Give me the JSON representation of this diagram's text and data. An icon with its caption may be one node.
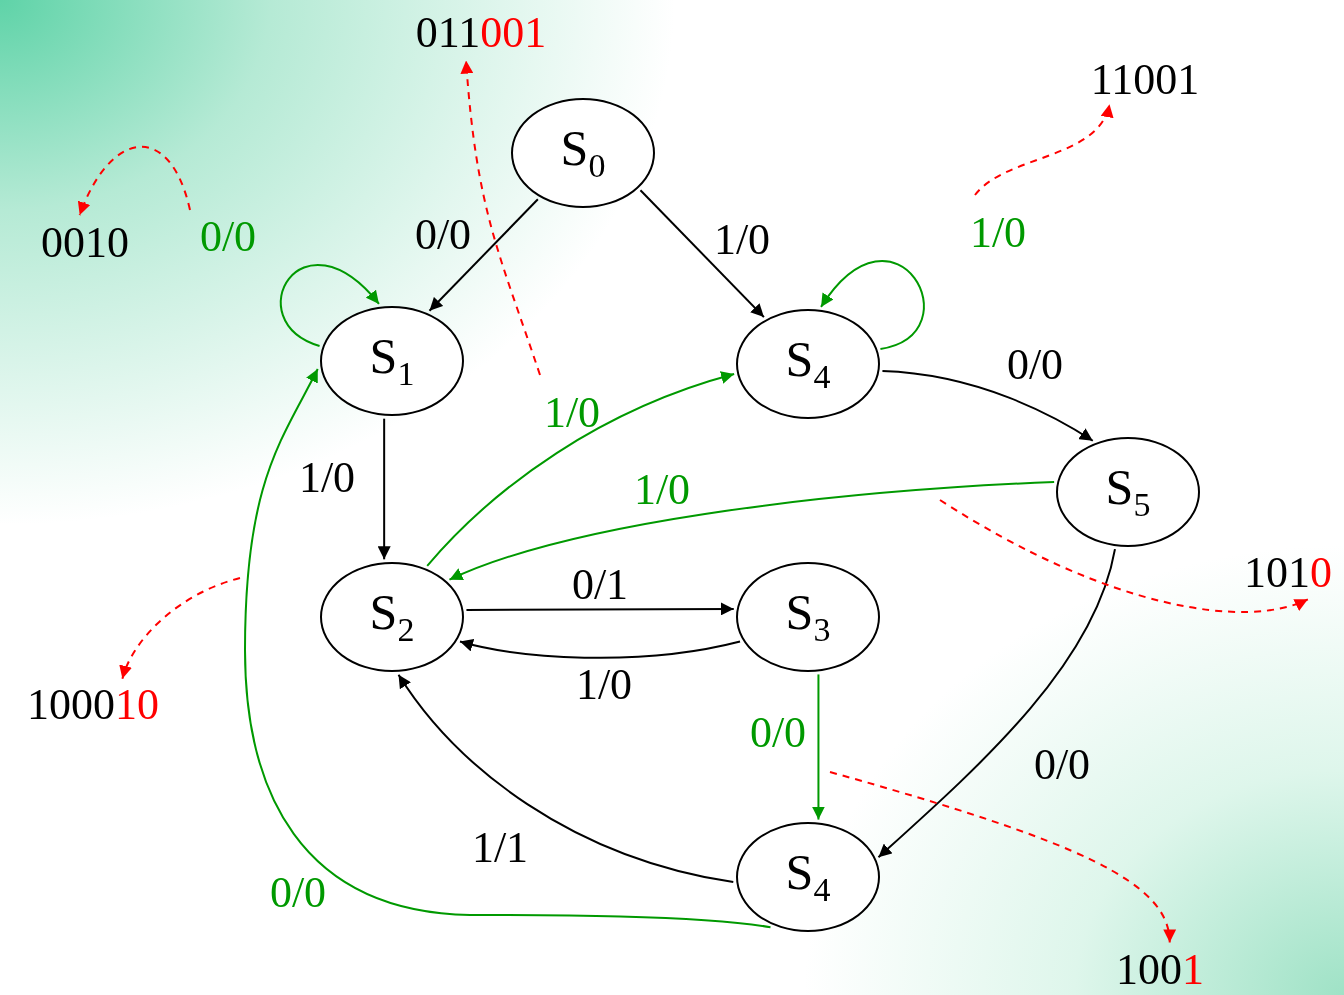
{
  "diagram": {
    "nodes": [
      {
        "text": [
          "S$_{0}$"
        ]
      },
      {
        "text": [
          "S$_{1}$"
        ]
      },
      {
        "text": [
          "S$_{4}$"
        ]
      },
      {
        "text": [
          "S$_{5}$"
        ]
      },
      {
        "text": [
          "S$_{2}$"
        ]
      },
      {
        "text": [
          "S$_{3}$"
        ]
      },
      {
        "text": [
          "S$_{4}$"
        ]
      },
      {
        "text": [
          "0010"
        ]
      },
      {
        "text": [
          "011",
          "001"
        ]
      },
      {
        "text": [
          "11001"
        ]
      },
      {
        "text": [
          "101",
          "0"
        ]
      },
      {
        "text": [
          "1000",
          "10"
        ]
      },
      {
        "text": [
          "100",
          "1"
        ]
      }
    ],
    "edges": [
      {
        "from": 0,
        "to": 1,
        "arrow": "to",
        "label": "0/0"
      },
      {
        "from": 0,
        "to": 2,
        "arrow": "to",
        "label": "1/0"
      },
      {
        "from": 1,
        "to": 1,
        "arrow": "to",
        "label": "0/0",
        "color": "#009900"
      },
      {
        "from": 2,
        "to": 2,
        "arrow": "to",
        "label": "1/0",
        "color": "#009900"
      },
      {
        "from": 2,
        "to": 3,
        "arrow": "to",
        "label": "0/0"
      },
      {
        "from": 1,
        "to": 4,
        "arrow": "to",
        "label": "1/0"
      },
      {
        "from": 4,
        "to": 2,
        "arrow": "to",
        "label": "1/0",
        "color": "#009900"
      },
      {
        "from": 3,
        "to": 4,
        "arrow": "to",
        "label": "1/0",
        "color": "#009900"
      },
      {
        "from": 4,
        "to": 5,
        "arrow": "to",
        "label": "0/1"
      },
      {
        "from": 5,
        "to": 4,
        "arrow": "to",
        "label": "1/0"
      },
      {
        "from": 5,
        "to": 6,
        "arrow": "to",
        "label": "0/0",
        "color": "#009900"
      },
      {
        "from": 3,
        "to": 6,
        "arrow": "to",
        "label": "0/0"
      },
      {
        "from": 6,
        "to": 4,
        "arrow": "to",
        "label": "1/1"
      },
      {
        "from": 6,
        "to": 1,
        "arrow": "to",
        "label": "0/0",
        "color": "#009900"
      },
      {
        "from": null,
        "to": 7,
        "arrow": "to",
        "style": "dashed",
        "color": "#ff0000"
      },
      {
        "from": null,
        "to": 8,
        "arrow": "to",
        "style": "dashed",
        "color": "#ff0000"
      },
      {
        "from": null,
        "to": 9,
        "arrow": "to",
        "style": "dashed",
        "color": "#ff0000"
      },
      {
        "from": null,
        "to": 10,
        "arrow": "to",
        "style": "dashed",
        "color": "#ff0000"
      },
      {
        "from": null,
        "to": 11,
        "arrow": "to",
        "style": "dashed",
        "color": "#ff0000"
      },
      {
        "from": null,
        "to": 12,
        "arrow": "to",
        "style": "dashed",
        "color": "#ff0000"
      }
    ]
  }
}
